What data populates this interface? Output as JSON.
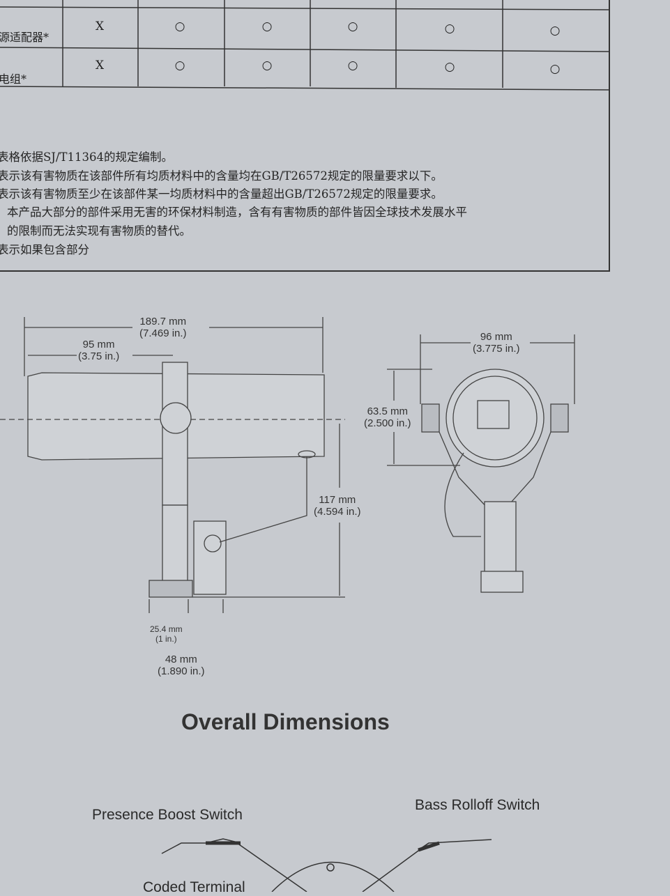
{
  "table": {
    "rows": [
      {
        "label": "源适配器*",
        "values": [
          "X",
          "○",
          "○",
          "○",
          "○",
          "○"
        ]
      },
      {
        "label": "电组*",
        "values": [
          "X",
          "○",
          "○",
          "○",
          "○",
          "○"
        ]
      }
    ]
  },
  "notes": [
    "表格依据SJ/T11364的规定编制。",
    "表示该有害物质在该部件所有均质材料中的含量均在GB/T26572规定的限量要求以下。",
    "表示该有害物质至少在该部件某一均质材料中的含量超出GB/T26572规定的限量要求。",
    "本产品大部分的部件采用无害的环保材料制造，含有有害物质的部件皆因全球技术发展水平",
    "的限制而无法实现有害物质的替代。",
    "表示如果包含部分"
  ],
  "dimensions": {
    "overall_length": {
      "mm": "189.7 mm",
      "in": "(7.469 in.)"
    },
    "pivot_offset": {
      "mm": "95 mm",
      "in": "(3.75 in.)"
    },
    "height": {
      "mm": "117 mm",
      "in": "(4.594 in.)"
    },
    "thread": {
      "mm": "25.4 mm",
      "in": "(1 in.)"
    },
    "base_depth": {
      "mm": "48 mm",
      "in": "(1.890 in.)"
    },
    "front_width": {
      "mm": "96 mm",
      "in": "(3.775 in.)"
    },
    "front_diameter": {
      "mm": "63.5 mm",
      "in": "(2.500 in.)"
    }
  },
  "heading": "Overall Dimensions",
  "labels": {
    "presence": "Presence Boost Switch",
    "bass": "Bass Rolloff Switch",
    "coded": "Coded Terminal"
  }
}
